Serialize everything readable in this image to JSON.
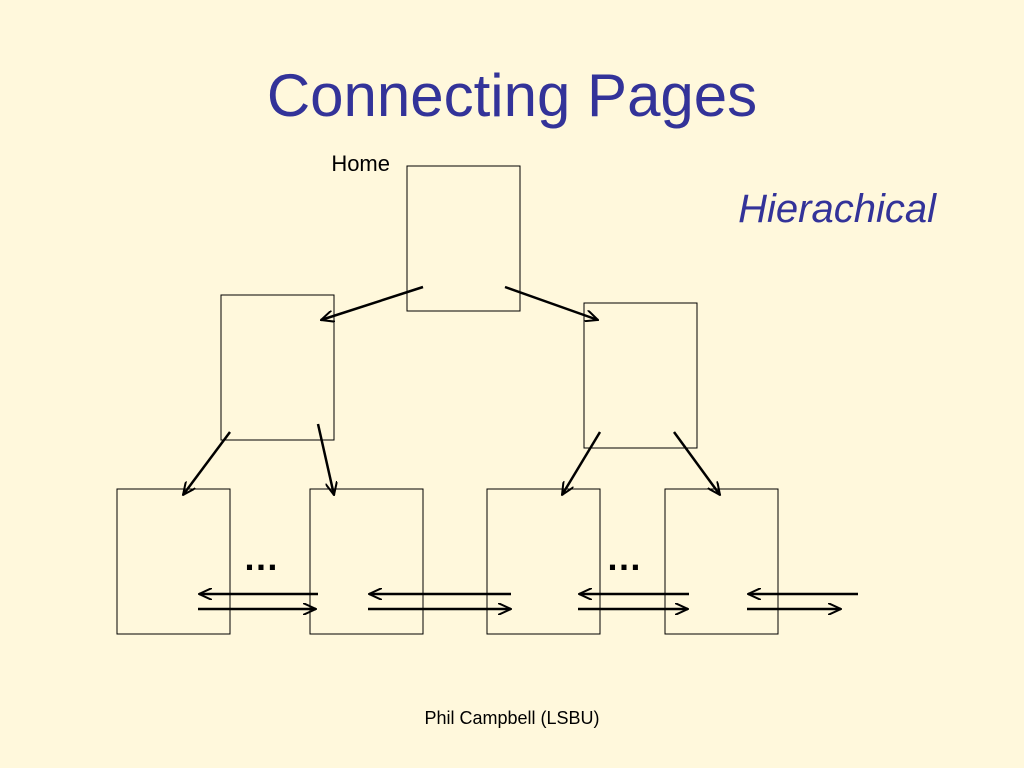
{
  "slide": {
    "title": "Connecting Pages",
    "subtitle": "Hierachical",
    "home_label": "Home",
    "ellipsis_left": "…",
    "ellipsis_right": "…",
    "footer": "Phil Campbell (LSBU)"
  },
  "colors": {
    "background": "#FFF8DC",
    "title": "#333399",
    "line": "#000000"
  },
  "diagram": {
    "nodes": [
      "home",
      "level1-left",
      "level1-right",
      "leaf-1",
      "leaf-2",
      "leaf-3",
      "leaf-4"
    ],
    "links": [
      {
        "from": "home",
        "to": "level1-left"
      },
      {
        "from": "home",
        "to": "level1-right"
      },
      {
        "from": "level1-left",
        "to": "leaf-1"
      },
      {
        "from": "level1-left",
        "to": "leaf-2"
      },
      {
        "from": "level1-right",
        "to": "leaf-3"
      },
      {
        "from": "level1-right",
        "to": "leaf-4"
      },
      {
        "from": "leaf-1",
        "to": "leaf-2",
        "bidirectional": true
      },
      {
        "from": "leaf-2",
        "to": "leaf-3",
        "bidirectional": true
      },
      {
        "from": "leaf-3",
        "to": "leaf-4",
        "bidirectional": true
      },
      {
        "from": "leaf-4",
        "to": "offscreen",
        "bidirectional": true
      }
    ]
  }
}
